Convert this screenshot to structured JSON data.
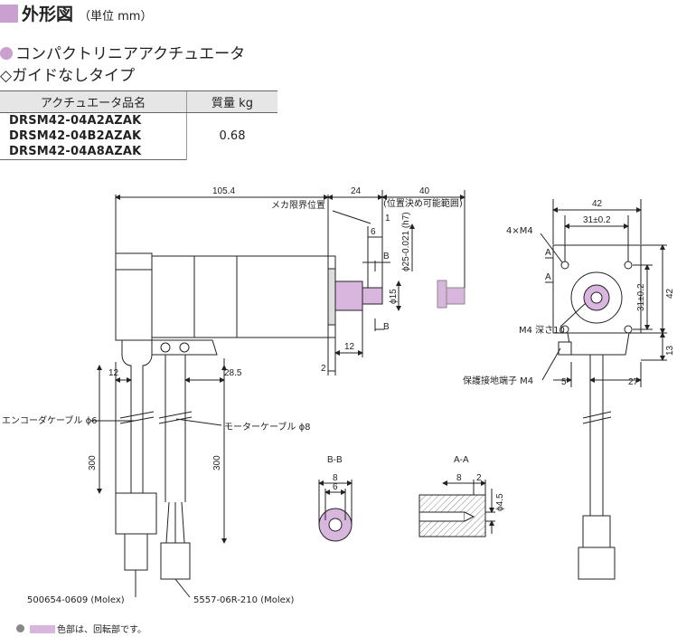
{
  "header": {
    "title": "外形図",
    "unit": "（単位 mm）",
    "subtitle1": "コンパクトリニアアクチュエータ",
    "subtitle2": "◇ガイドなしタイプ"
  },
  "spec_table": {
    "col_model": "アクチュエータ品名",
    "col_mass": "質量 kg",
    "models": [
      "DRSM42-04A2AZAK",
      "DRSM42-04B2AZAK",
      "DRSM42-04A8AZAK"
    ],
    "mass": "0.68"
  },
  "dims": {
    "d105": "105.4",
    "d24": "24",
    "d40": "40",
    "pos_range": "(位置決め可能範囲)",
    "mech_limit": "メカ限界位置",
    "d1": "1",
    "d6": "6",
    "phi25": "ϕ25-0.021 (h7)",
    "phi15": "ϕ15",
    "b": "B",
    "d12a": "12",
    "d2": "2",
    "d12b": "12",
    "d28": "28.5",
    "encoder_cable": "エンコーダケーブル ϕ6",
    "motor_cable": "モーターケーブル ϕ8",
    "d300a": "300",
    "d300b": "300",
    "conn_a": "500654-0609 (Molex)",
    "conn_b": "5557-06R-210 (Molex)",
    "d42": "42",
    "d31": "31±0.2",
    "m4x4": "4×M4",
    "a": "A",
    "m4deep": "M4 深さ10",
    "d31v": "31±0.2",
    "d42v": "42",
    "d13": "13",
    "ground": "保護接地端子 M4",
    "d5": "5",
    "d27": "27",
    "bb": "B-B",
    "bb8": "8",
    "bb6": "6",
    "aa": "A-A",
    "aa8": "8",
    "aa2": "2",
    "phi45": "ϕ4.5"
  },
  "footnote": "色部は、回転部です。",
  "colors": {
    "accent": "#c9a0cf",
    "rotating": "#d9b6dd",
    "body": "#ffffff",
    "shade": "#cfcfcf"
  }
}
